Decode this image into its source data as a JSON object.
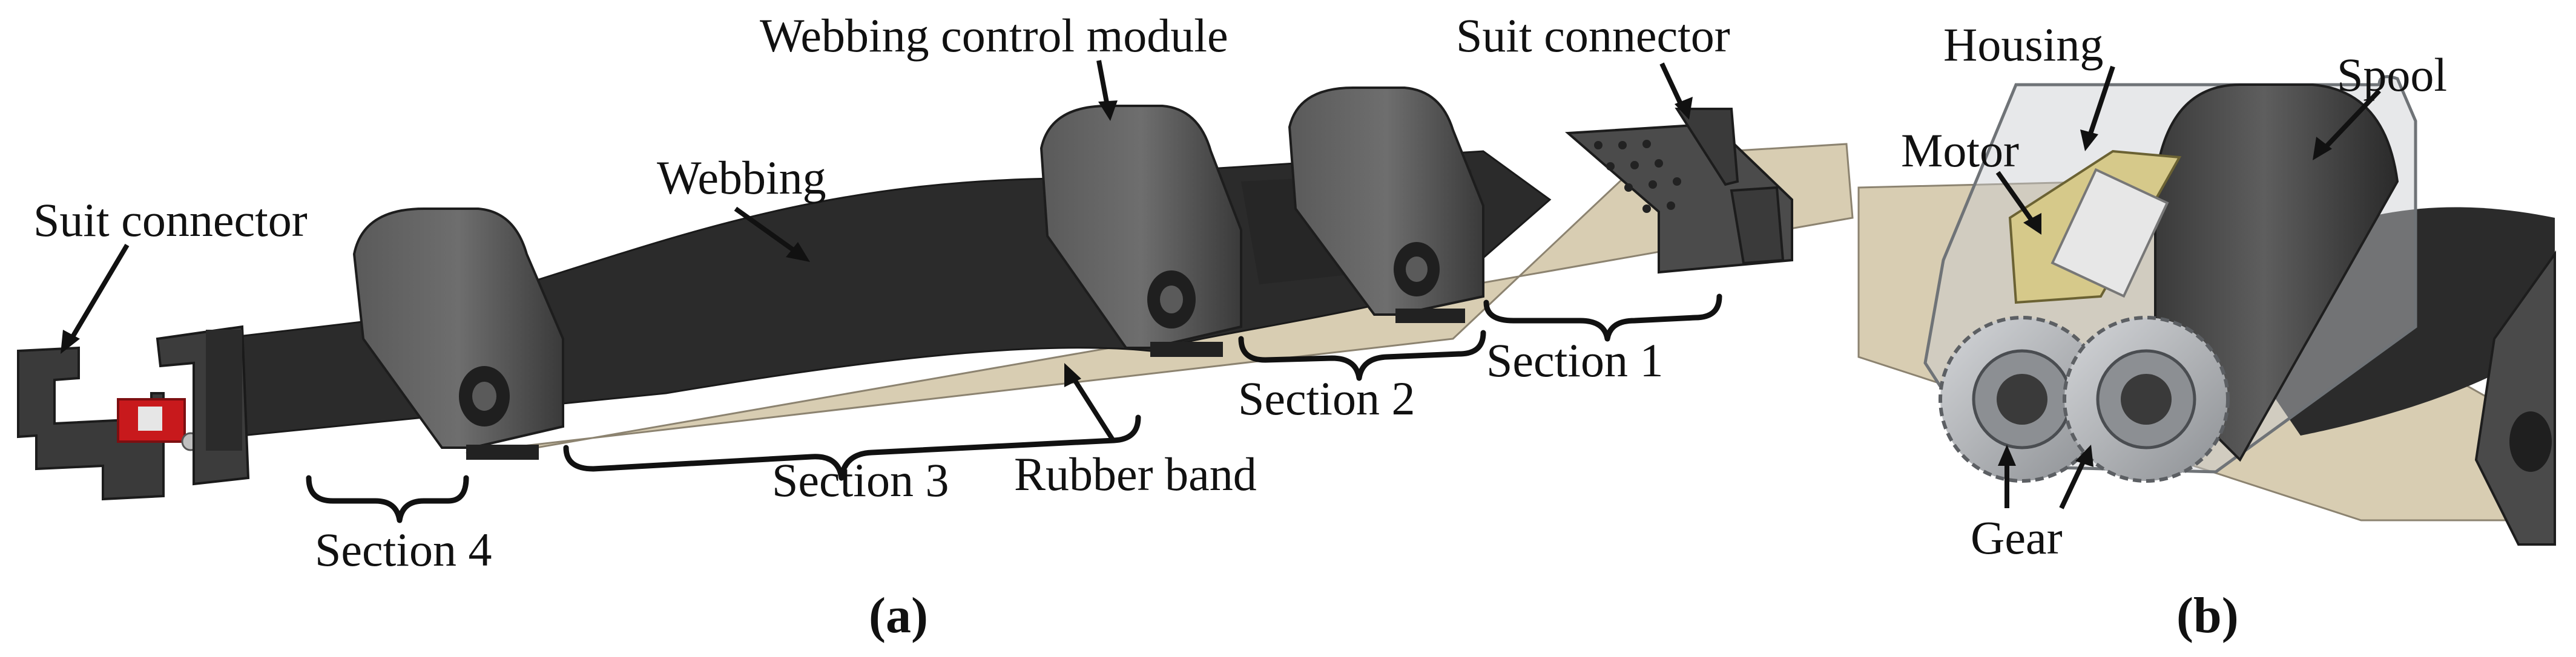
{
  "panel_a": {
    "caption": "(a)",
    "labels": {
      "suit_connector_left": "Suit connector",
      "webbing": "Webbing",
      "webbing_control_module": "Webbing control module",
      "suit_connector_right": "Suit connector",
      "section_1": "Section 1",
      "section_2": "Section 2",
      "section_3": "Section 3",
      "section_4": "Section 4",
      "rubber_band": "Rubber band"
    }
  },
  "panel_b": {
    "caption": "(b)",
    "labels": {
      "housing": "Housing",
      "spool": "Spool",
      "motor": "Motor",
      "gear": "Gear"
    }
  },
  "colors": {
    "webbing": "#2b2b2b",
    "module": "#4a4a4a",
    "rubber_band": "#d8cdb2",
    "connector": "#3a3a3a",
    "buckle": "#c8191c",
    "gear_housing": "#b9bcc0"
  }
}
